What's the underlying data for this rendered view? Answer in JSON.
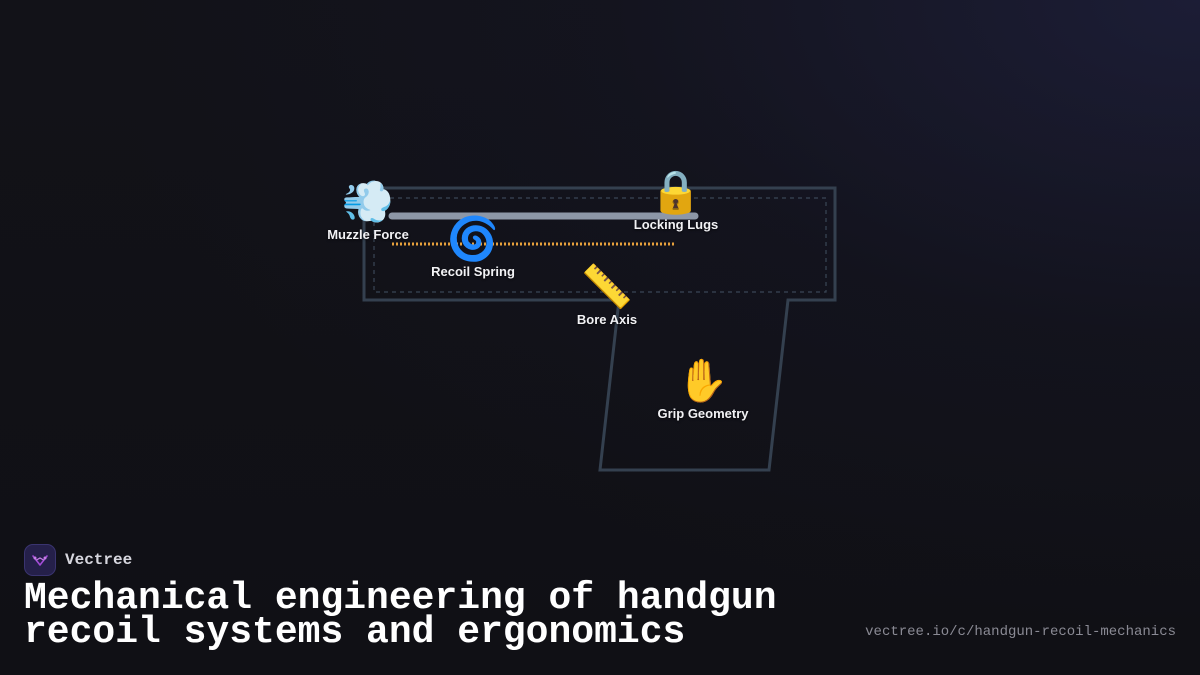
{
  "diagram": {
    "nodes": {
      "muzzle_force": {
        "label": "Muzzle Force",
        "icon": "dashing-away-icon",
        "glyph": "💨"
      },
      "locking_lugs": {
        "label": "Locking Lugs",
        "icon": "lock-icon",
        "glyph": "🔒"
      },
      "recoil_spring": {
        "label": "Recoil Spring",
        "icon": "cyclone-spiral-icon",
        "glyph": "🌀"
      },
      "bore_axis": {
        "label": "Bore Axis",
        "icon": "ruler-icon",
        "glyph": "📏"
      },
      "grip_geometry": {
        "label": "Grip Geometry",
        "icon": "raised-hand-icon",
        "glyph": "✋"
      }
    },
    "colors": {
      "outline": "#34404f",
      "inner_dashed": "#3a4656",
      "barrel": "#8d97a7",
      "spring": "#e8a13c"
    }
  },
  "brand": {
    "name": "Vectree",
    "logo_icon": "vectree-logo-icon",
    "logo_color": "#a24bd6"
  },
  "title": "Mechanical engineering of handgun recoil systems and ergonomics",
  "url": "vectree.io/c/handgun-recoil-mechanics"
}
